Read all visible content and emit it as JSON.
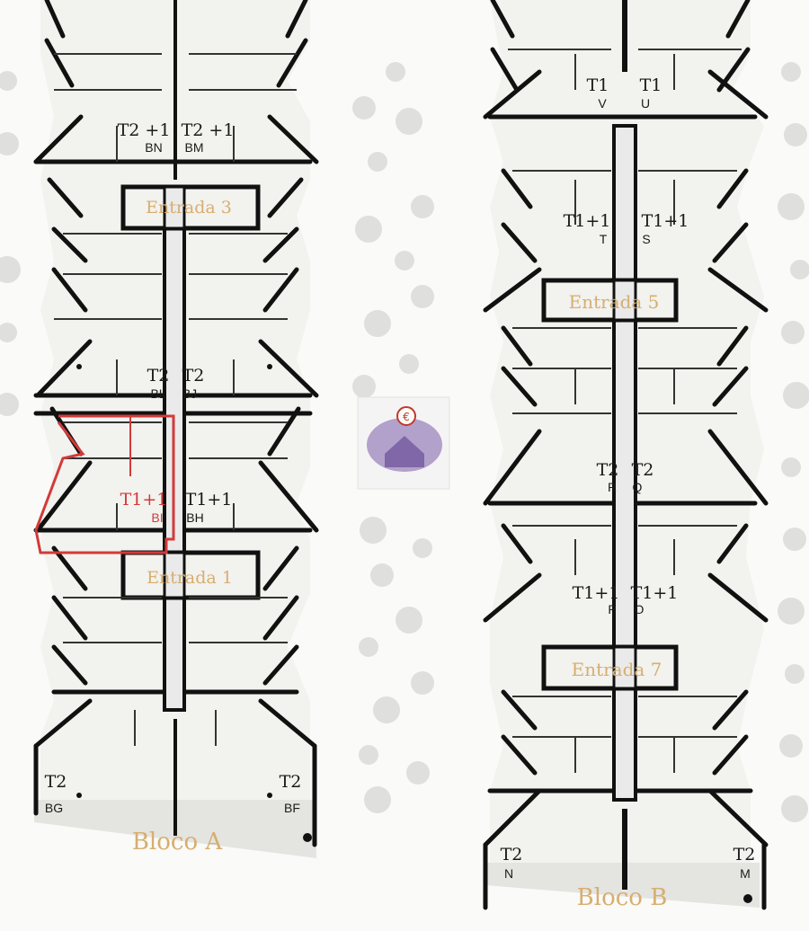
{
  "colors": {
    "wall": "#111111",
    "floor": "#f2f2ee",
    "balcony": "#e4e4e1",
    "tree": "#d6d6d6",
    "highlight": "#d23a3a",
    "entrance_text": "#d7ae6f",
    "logo": "#7c5ca8"
  },
  "blocks": [
    {
      "name": "Bloco A"
    },
    {
      "name": "Bloco B"
    }
  ],
  "entrances": [
    {
      "label": "Entrada 3"
    },
    {
      "label": "Entrada 1"
    },
    {
      "label": "Entrada 5"
    },
    {
      "label": "Entrada 7"
    }
  ],
  "units": [
    {
      "type": "T2 +1",
      "code": "BN"
    },
    {
      "type": "T2 +1",
      "code": "BM"
    },
    {
      "type": "T2",
      "code": "BL"
    },
    {
      "type": "T2",
      "code": "BJ"
    },
    {
      "type": "T1+1",
      "code": "BI",
      "highlighted": true
    },
    {
      "type": "T1+1",
      "code": "BH"
    },
    {
      "type": "T2",
      "code": "BG"
    },
    {
      "type": "T2",
      "code": "BF"
    },
    {
      "type": "T1",
      "code": "V"
    },
    {
      "type": "T1",
      "code": "U"
    },
    {
      "type": "T1+1",
      "code": "T"
    },
    {
      "type": "T1+1",
      "code": "S"
    },
    {
      "type": "T2",
      "code": "R"
    },
    {
      "type": "T2",
      "code": "Q"
    },
    {
      "type": "T1+1",
      "code": "P"
    },
    {
      "type": "T1+1",
      "code": "O"
    },
    {
      "type": "T2",
      "code": "N"
    },
    {
      "type": "T2",
      "code": "M"
    }
  ],
  "logo": {
    "icon": "euro-house-logo"
  }
}
